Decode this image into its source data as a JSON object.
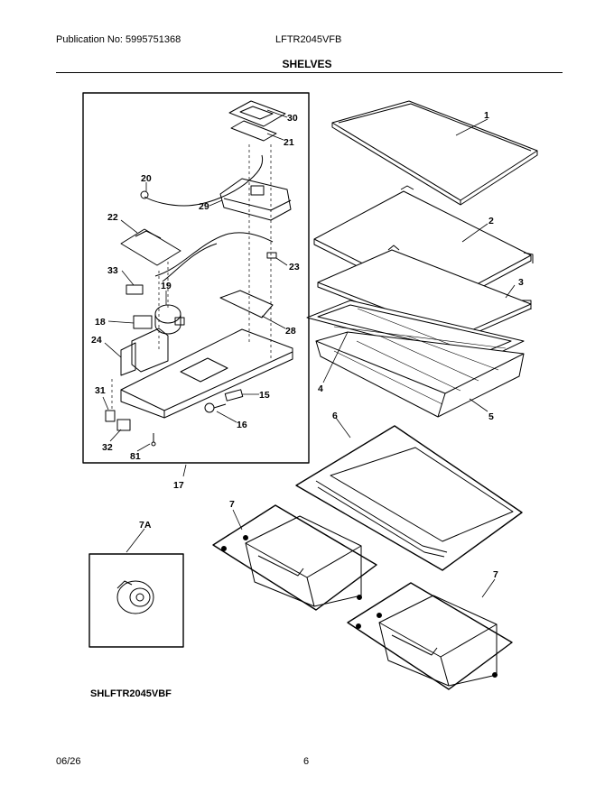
{
  "header": {
    "publication": "Publication No: 5995751368",
    "model": "LFTR2045VFB"
  },
  "section_title": "SHELVES",
  "callouts": {
    "c1": "1",
    "c2": "2",
    "c3": "3",
    "c4": "4",
    "c5": "5",
    "c6": "6",
    "c7a": "7",
    "c7b": "7",
    "c7A": "7A",
    "c15": "15",
    "c16": "16",
    "c17": "17",
    "c18": "18",
    "c19": "19",
    "c20": "20",
    "c21": "21",
    "c22": "22",
    "c23": "23",
    "c24": "24",
    "c28": "28",
    "c29": "29",
    "c30": "30",
    "c31": "31",
    "c32": "32",
    "c33": "33",
    "c81": "81"
  },
  "diagram_code": "SHLFTR2045VBF",
  "footer": {
    "date": "06/26",
    "page": "6"
  }
}
